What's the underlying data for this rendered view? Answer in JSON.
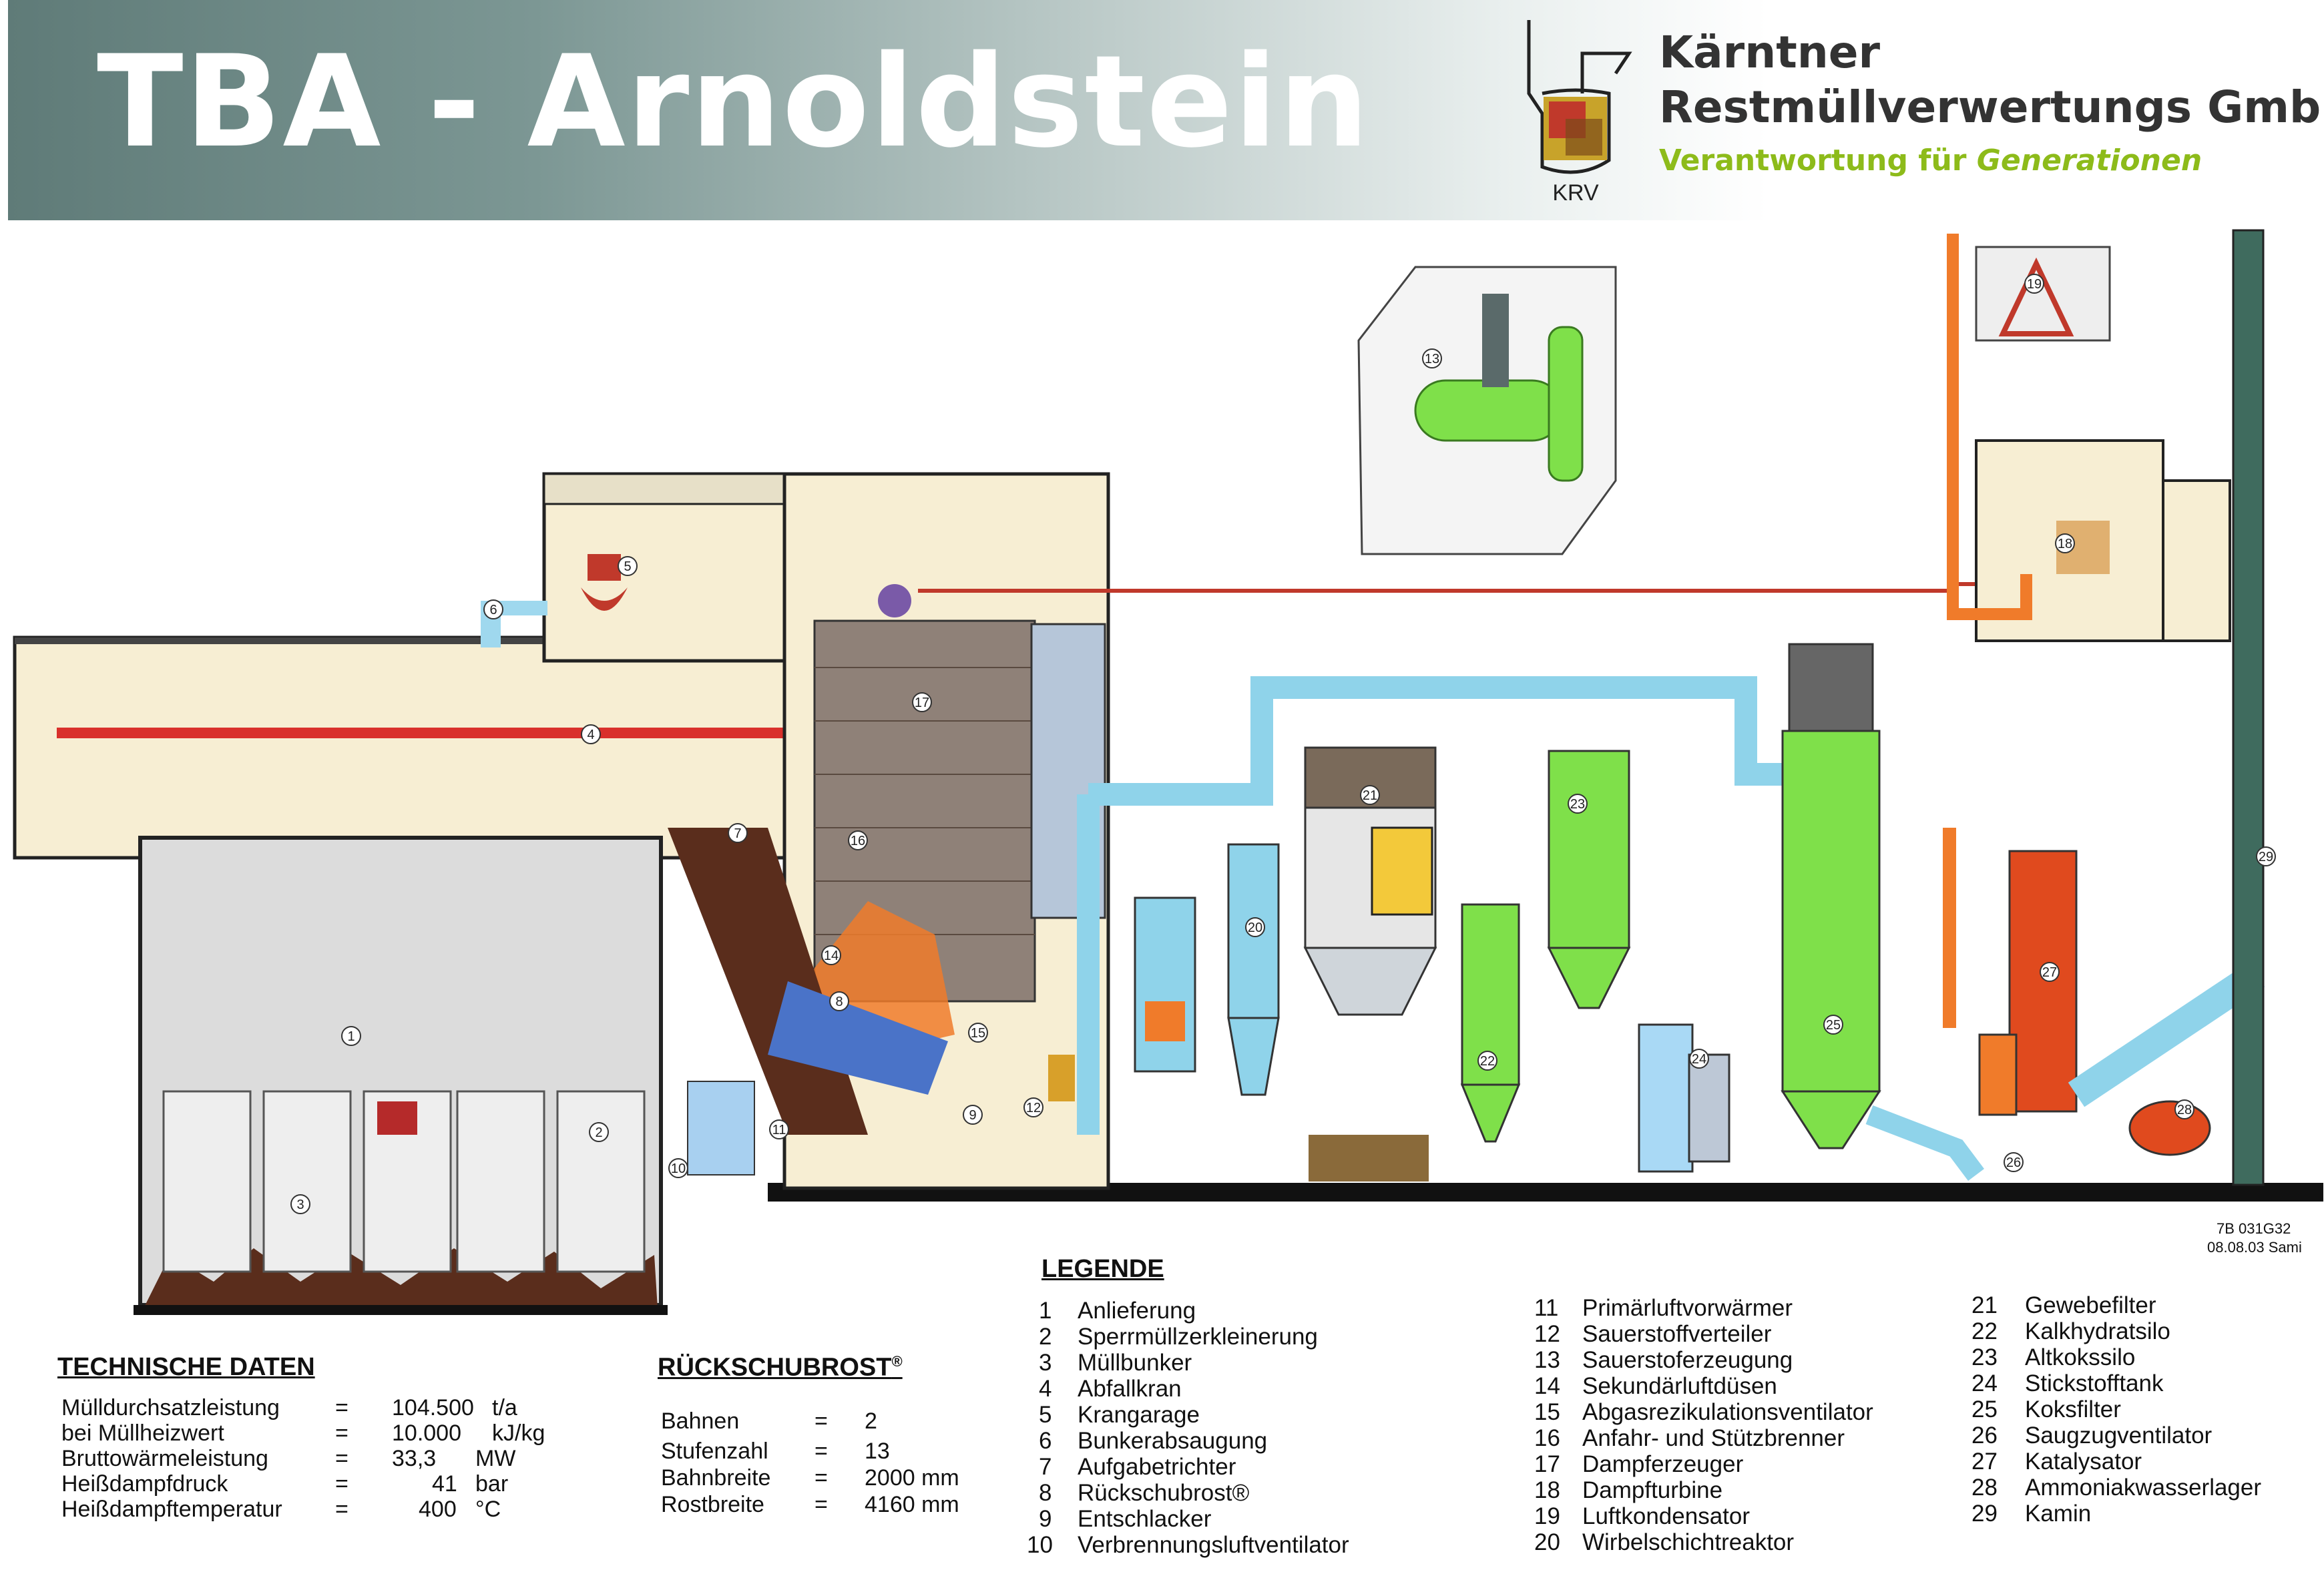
{
  "header": {
    "title": "TBA - Arnoldstein",
    "company_line1": "Kärntner",
    "company_line2": "Restmüllverwertungs GmbH",
    "slogan_prefix": "Verantwortung für ",
    "slogan_emphasis": "Generationen",
    "logo_text": "KRV"
  },
  "colors": {
    "banner_dark": "#5f7b78",
    "slogan_green": "#8dbb1a",
    "steam_pipe_red": "#c0392b",
    "flue_gas_blue": "#8fd3ea",
    "boiler_grey": "#8f8178",
    "fire_orange": "#f07b2a",
    "process_green": "#7fe04a",
    "stack_green": "#3f6b5e"
  },
  "diagram": {
    "markers": [
      "1",
      "2",
      "3",
      "4",
      "5",
      "6",
      "7",
      "8",
      "9",
      "10",
      "11",
      "12",
      "13",
      "14",
      "15",
      "16",
      "17",
      "18",
      "19",
      "20",
      "21",
      "22",
      "23",
      "24",
      "25",
      "26",
      "27",
      "28",
      "29"
    ],
    "ref_code": "7B 031G32",
    "ref_date": "08.08.03 Sami"
  },
  "technische_daten": {
    "heading": "TECHNISCHE DATEN",
    "rows": [
      {
        "label": "Mülldurchsatzleistung",
        "eq": "=",
        "value": "104.500",
        "unit": "t/a"
      },
      {
        "label": "bei Müllheizwert",
        "eq": "=",
        "value": "10.000",
        "unit": "kJ/kg"
      },
      {
        "label": "Bruttowärmeleistung",
        "eq": "=",
        "value": "33,3",
        "unit": "MW"
      },
      {
        "label": "Heißdampfdruck",
        "eq": "=",
        "value": "41",
        "unit": "bar"
      },
      {
        "label": "Heißdampftemperatur",
        "eq": "=",
        "value": "400",
        "unit": "°C"
      }
    ]
  },
  "rueckschubrost": {
    "heading": "RÜCKSCHUBROST",
    "registered": "®",
    "rows": [
      {
        "label": "Bahnen",
        "eq": "=",
        "value": "2"
      },
      {
        "label": "Stufenzahl",
        "eq": "=",
        "value": "13"
      },
      {
        "label": "Bahnbreite",
        "eq": "=",
        "value": "2000 mm"
      },
      {
        "label": "Rostbreite",
        "eq": "=",
        "value": "4160 mm"
      }
    ]
  },
  "legende": {
    "heading": "LEGENDE",
    "items": [
      {
        "num": "1",
        "text": "Anlieferung"
      },
      {
        "num": "2",
        "text": "Sperrmüllzerkleinerung"
      },
      {
        "num": "3",
        "text": "Müllbunker"
      },
      {
        "num": "4",
        "text": "Abfallkran"
      },
      {
        "num": "5",
        "text": "Krangarage"
      },
      {
        "num": "6",
        "text": "Bunkerabsaugung"
      },
      {
        "num": "7",
        "text": "Aufgabetrichter"
      },
      {
        "num": "8",
        "text": "Rückschubrost®"
      },
      {
        "num": "9",
        "text": "Entschlacker"
      },
      {
        "num": "10",
        "text": "Verbrennungsluftventilator"
      },
      {
        "num": "11",
        "text": "Primärluftvorwärmer"
      },
      {
        "num": "12",
        "text": "Sauerstoffverteiler"
      },
      {
        "num": "13",
        "text": "Sauerstoferzeugung"
      },
      {
        "num": "14",
        "text": "Sekundärluftdüsen"
      },
      {
        "num": "15",
        "text": "Abgasrezikulationsventilator"
      },
      {
        "num": "16",
        "text": "Anfahr- und Stützbrenner"
      },
      {
        "num": "17",
        "text": "Dampferzeuger"
      },
      {
        "num": "18",
        "text": "Dampfturbine"
      },
      {
        "num": "19",
        "text": "Luftkondensator"
      },
      {
        "num": "20",
        "text": "Wirbelschichtreaktor"
      },
      {
        "num": "21",
        "text": "Gewebefilter"
      },
      {
        "num": "22",
        "text": "Kalkhydratsilo"
      },
      {
        "num": "23",
        "text": "Altkokssilo"
      },
      {
        "num": "24",
        "text": "Stickstofftank"
      },
      {
        "num": "25",
        "text": "Koksfilter"
      },
      {
        "num": "26",
        "text": "Saugzugventilator"
      },
      {
        "num": "27",
        "text": "Katalysator"
      },
      {
        "num": "28",
        "text": "Ammoniakwasserlager"
      },
      {
        "num": "29",
        "text": "Kamin"
      }
    ]
  }
}
